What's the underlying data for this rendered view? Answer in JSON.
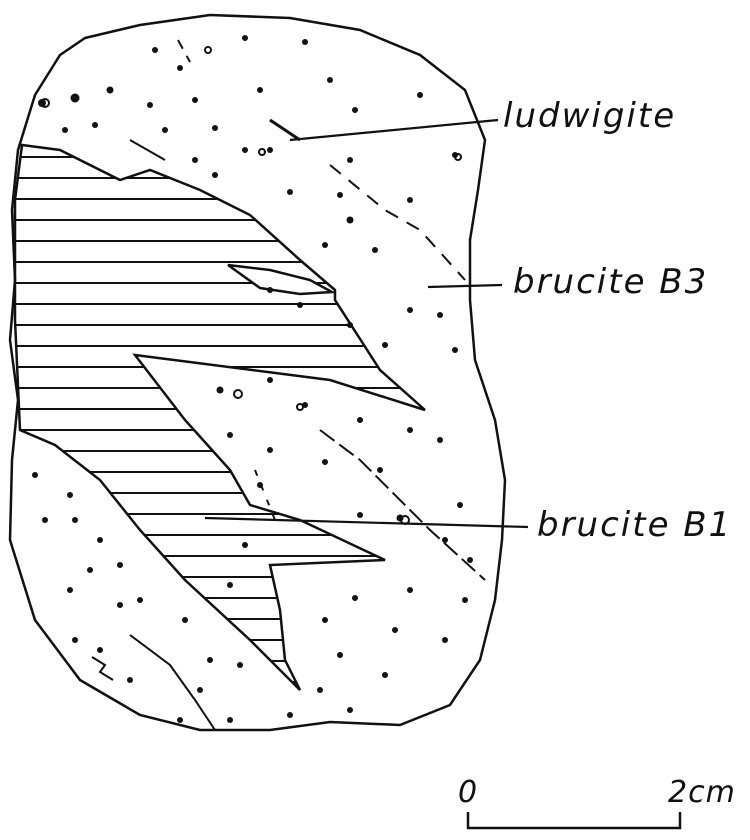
{
  "labels": {
    "ludwigite": "ludwigite",
    "brucite_b3": "brucite B3",
    "brucite_b1": "brucite B1"
  },
  "scale_bar": {
    "start": "0",
    "end": "2cm"
  },
  "colors": {
    "ink": "#111111",
    "paper": "#ffffff"
  }
}
